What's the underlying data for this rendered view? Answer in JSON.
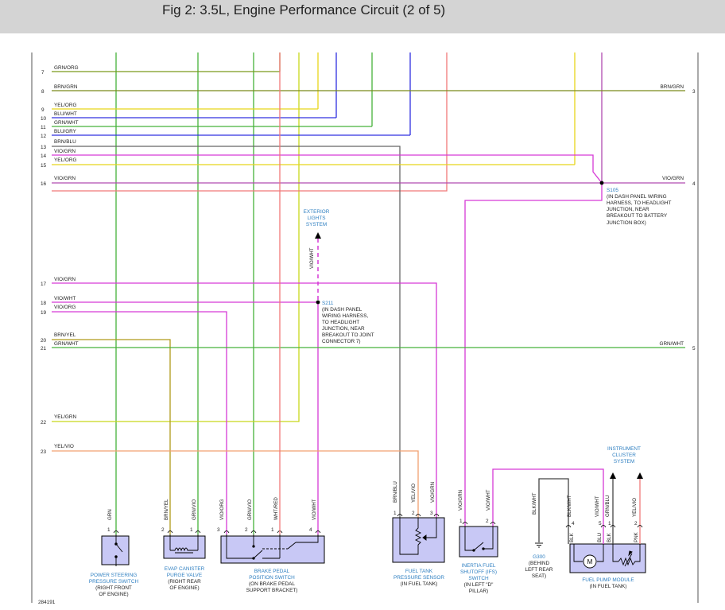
{
  "title": "Fig 2: 3.5L, Engine Performance Circuit (2 of 5)",
  "figure_id": "284191",
  "left_wires": [
    {
      "num": "7",
      "label": "GRN/ORG",
      "color": "#7a9a1a"
    },
    {
      "num": "8",
      "label": "BRN/GRN",
      "color": "#7a8a1a"
    },
    {
      "num": "9",
      "label": "YEL/ORG",
      "color": "#e8d51a"
    },
    {
      "num": "10",
      "label": "BLU/WHT",
      "color": "#3030e0"
    },
    {
      "num": "11",
      "label": "GRN/WHT",
      "color": "#46b23a"
    },
    {
      "num": "12",
      "label": "BLU/GRY",
      "color": "#3030e0"
    },
    {
      "num": "13",
      "label": "BRN/BLU",
      "color": "#666666"
    },
    {
      "num": "14",
      "label": "VIO/GRN",
      "color": "#d63ad6"
    },
    {
      "num": "15",
      "label": "YEL/ORG",
      "color": "#e8d51a"
    },
    {
      "num": "16",
      "label": "VIO/GRN",
      "color": "#b04cb0"
    },
    {
      "num": "17",
      "label": "VIO/GRN",
      "color": "#d63ad6"
    },
    {
      "num": "18",
      "label": "VIO/WHT",
      "color": "#d63ad6"
    },
    {
      "num": "19",
      "label": "VIO/ORG",
      "color": "#d63ad6"
    },
    {
      "num": "20",
      "label": "BRN/YEL",
      "color": "#b09a1a"
    },
    {
      "num": "21",
      "label": "GRN/WHT",
      "color": "#46b23a"
    },
    {
      "num": "22",
      "label": "YEL/GRN",
      "color": "#c8d81a"
    },
    {
      "num": "23",
      "label": "YEL/VIO",
      "color": "#f2a070"
    }
  ],
  "right_wires": [
    {
      "num": "3",
      "label": "BRN/GRN"
    },
    {
      "num": "4",
      "label": "VIO/GRN"
    },
    {
      "num": "5",
      "label": "GRN/WHT"
    }
  ],
  "splices": {
    "s105": {
      "id": "S105",
      "lines": [
        "(IN DASH PANEL WIRING",
        "HARNESS, TO HEADLIGHT",
        "JUNCTION, NEAR",
        "BREAKOUT TO BATTERY",
        "JUNCTION BOX)"
      ]
    },
    "s211": {
      "id": "S211",
      "lines": [
        "(IN DASH PANEL",
        "WIRING HARNESS,",
        "TO HEADLIGHT",
        "JUNCTION, NEAR",
        "BREAKOUT TO JOINT",
        "CONNECTOR 7)"
      ]
    }
  },
  "exterior_lights": {
    "lines": [
      "EXTERIOR",
      "LIGHTS",
      "SYSTEM"
    ],
    "wire": "VIO/WHT"
  },
  "instrument_cluster": {
    "lines": [
      "INSTRUMENT",
      "CLUSTER",
      "SYSTEM"
    ]
  },
  "colors": {
    "component_fill": "#c8c8f5",
    "splice_label": "#2e7fc1"
  },
  "components": [
    {
      "key": "ps",
      "name": [
        "POWER STEERING",
        "PRESSURE SWITCH"
      ],
      "loc": [
        "(RIGHT FRONT",
        "OF ENGINE)"
      ],
      "pins": [
        {
          "n": "1",
          "w": "GRN"
        }
      ]
    },
    {
      "key": "evap",
      "name": [
        "EVAP CANISTER",
        "PURGE VALVE"
      ],
      "loc": [
        "(RIGHT REAR",
        "OF ENGINE)"
      ],
      "pins": [
        {
          "n": "2",
          "w": "BRN/YEL"
        },
        {
          "n": "1",
          "w": "GRN/VIO"
        }
      ]
    },
    {
      "key": "bpp",
      "name": [
        "BRAKE PEDAL",
        "POSITION SWITCH"
      ],
      "loc": [
        "(ON BRAKE PEDAL",
        "SUPPORT BRACKET)"
      ],
      "pins": [
        {
          "n": "3",
          "w": "VIO/ORG"
        },
        {
          "n": "2",
          "w": "GRN/VIO"
        },
        {
          "n": "1",
          "w": "WHT/RED"
        },
        {
          "n": "4",
          "w": "VIO/WHT"
        }
      ]
    },
    {
      "key": "ftp",
      "name": [
        "FUEL TANK",
        "PRESSURE SENSOR"
      ],
      "loc": [
        "(IN FUEL TANK)"
      ],
      "pins": [
        {
          "n": "1",
          "w": "BRN/BLU"
        },
        {
          "n": "2",
          "w": "YEL/VIO"
        },
        {
          "n": "3",
          "w": "VIO/GRN"
        }
      ]
    },
    {
      "key": "ifs",
      "name": [
        "INERTIA FUEL",
        "SHUTOFF (IFS)",
        "SWITCH"
      ],
      "loc": [
        "(IN LEFT \"D\"",
        "PILLAR)"
      ],
      "pins": [
        {
          "n": "1",
          "w": "VIO/GRN"
        },
        {
          "n": "2",
          "w": "VIO/WHT"
        }
      ]
    },
    {
      "key": "fpm",
      "name": [
        "FUEL PUMP MODULE"
      ],
      "loc": [
        "(IN FUEL TANK)"
      ],
      "pins": [
        {
          "n": "4",
          "w": "BLK/WHT",
          "inner": "BLK"
        },
        {
          "n": "5",
          "w": "VIO/WHT",
          "inner": "BLU"
        },
        {
          "n": "1",
          "w": "GRN/BLU",
          "inner": "BLK"
        },
        {
          "n": "2",
          "w": "YEL/VIO",
          "inner": "PNK"
        }
      ]
    }
  ],
  "ground": {
    "id": "G300",
    "lines": [
      "(BEHIND",
      "LEFT REAR",
      "SEAT)"
    ],
    "wire": "BLK/WHT"
  },
  "motor_symbol": "M"
}
